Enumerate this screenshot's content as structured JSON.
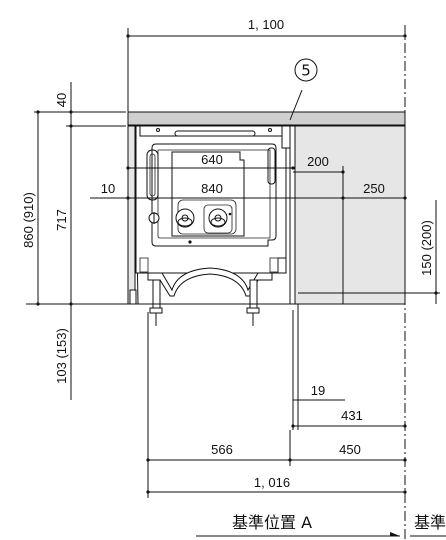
{
  "dimensions": {
    "overall_width": "1, 100",
    "top_thickness": "40",
    "height_total": "860 (910)",
    "body_height": "717",
    "bottom_height": "103 (153)",
    "side_offset": "10",
    "inner_640": "640",
    "inner_840": "840",
    "right_200": "200",
    "right_250": "250",
    "vertical_150": "150 (200)",
    "pipe_19": "19",
    "dist_431": "431",
    "dist_566": "566",
    "dist_450": "450",
    "dist_1016": "1, 016"
  },
  "reference_mark": "5",
  "labels": {
    "reference_a": "基準位置 A",
    "reference_b": "基準"
  }
}
